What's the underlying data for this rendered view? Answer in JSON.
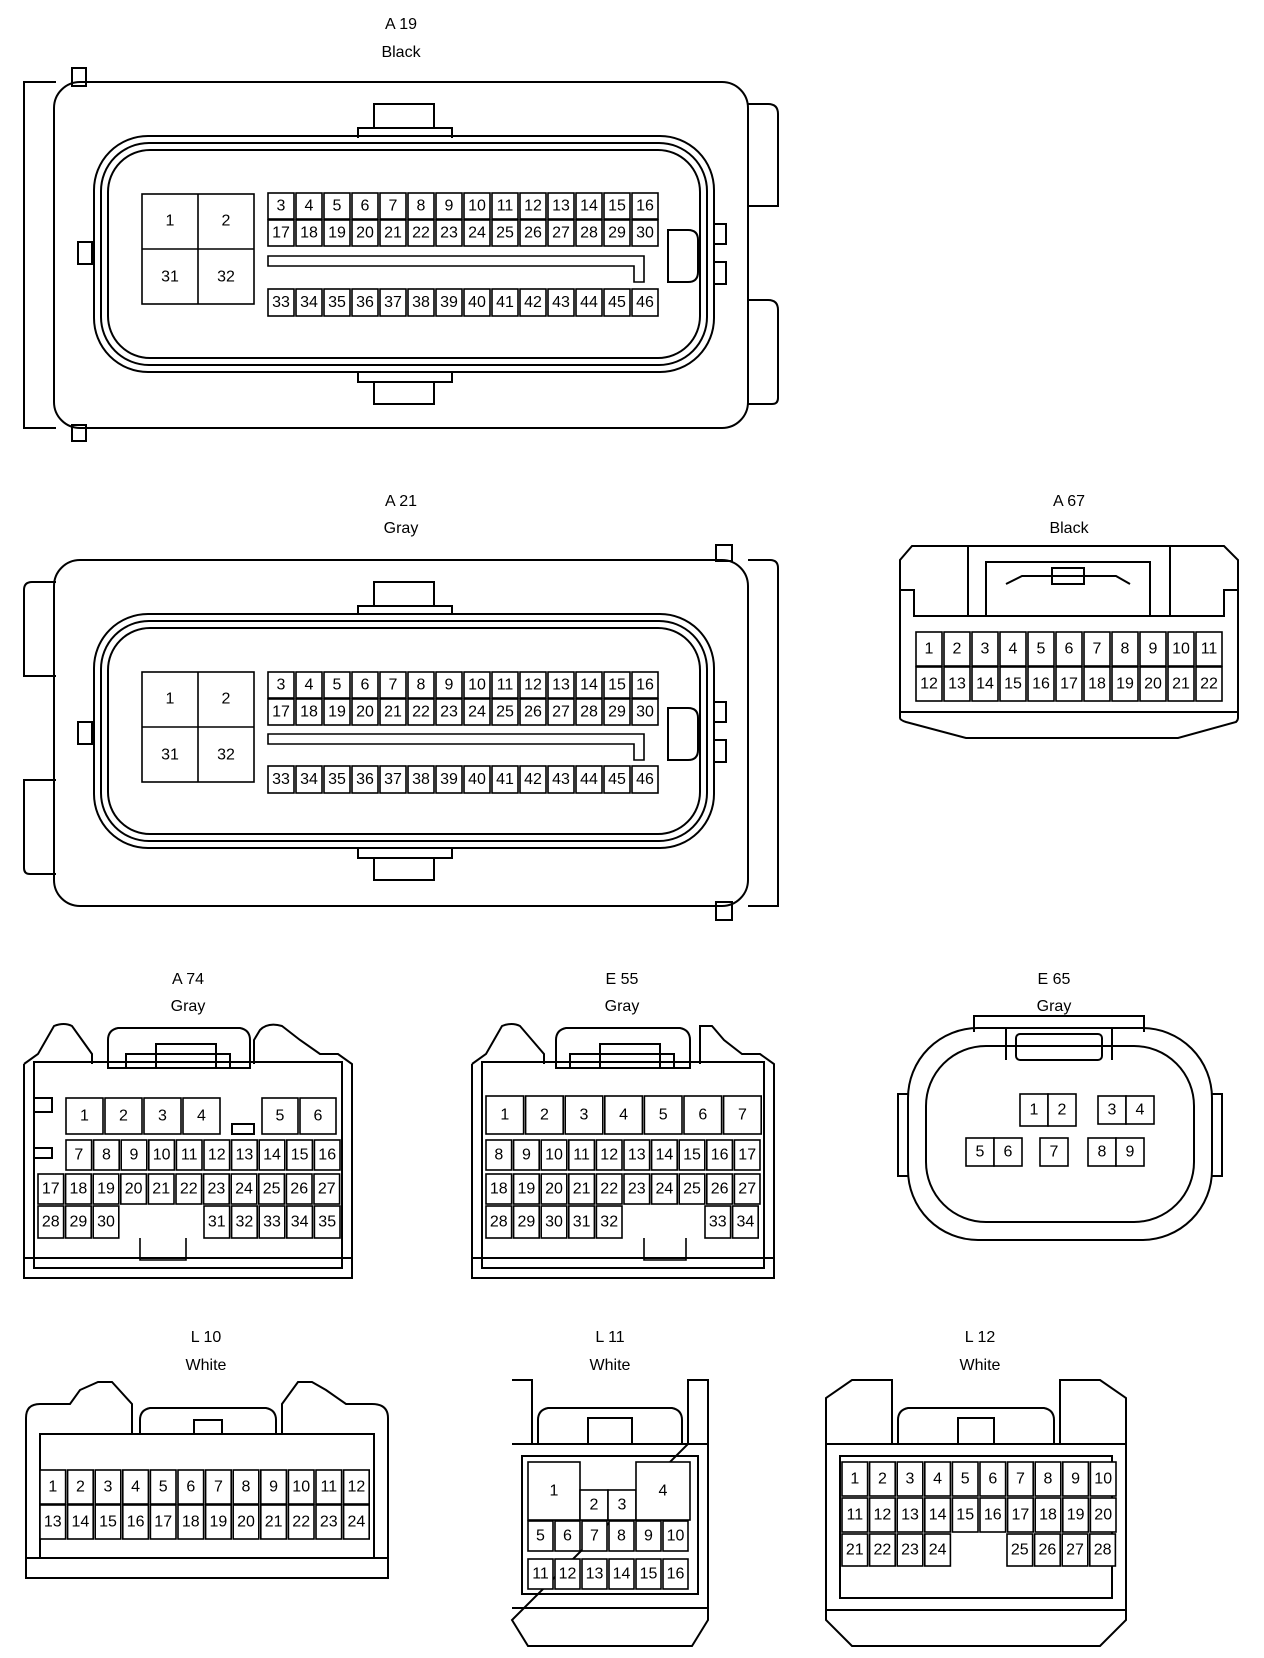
{
  "connectors": {
    "a19": {
      "code": "A 19",
      "color": "Black",
      "big": [
        "1",
        "2",
        "31",
        "32"
      ],
      "row1": [
        "3",
        "4",
        "5",
        "6",
        "7",
        "8",
        "9",
        "10",
        "11",
        "12",
        "13",
        "14",
        "15",
        "16"
      ],
      "row2": [
        "17",
        "18",
        "19",
        "20",
        "21",
        "22",
        "23",
        "24",
        "25",
        "26",
        "27",
        "28",
        "29",
        "30"
      ],
      "row3": [
        "33",
        "34",
        "35",
        "36",
        "37",
        "38",
        "39",
        "40",
        "41",
        "42",
        "43",
        "44",
        "45",
        "46"
      ]
    },
    "a21": {
      "code": "A 21",
      "color": "Gray",
      "big": [
        "1",
        "2",
        "31",
        "32"
      ],
      "row1": [
        "3",
        "4",
        "5",
        "6",
        "7",
        "8",
        "9",
        "10",
        "11",
        "12",
        "13",
        "14",
        "15",
        "16"
      ],
      "row2": [
        "17",
        "18",
        "19",
        "20",
        "21",
        "22",
        "23",
        "24",
        "25",
        "26",
        "27",
        "28",
        "29",
        "30"
      ],
      "row3": [
        "33",
        "34",
        "35",
        "36",
        "37",
        "38",
        "39",
        "40",
        "41",
        "42",
        "43",
        "44",
        "45",
        "46"
      ]
    },
    "a67": {
      "code": "A 67",
      "color": "Black",
      "row1": [
        "1",
        "2",
        "3",
        "4",
        "5",
        "6",
        "7",
        "8",
        "9",
        "10",
        "11"
      ],
      "row2": [
        "12",
        "13",
        "14",
        "15",
        "16",
        "17",
        "18",
        "19",
        "20",
        "21",
        "22"
      ]
    },
    "a74": {
      "code": "A 74",
      "color": "Gray",
      "row1": [
        "1",
        "2",
        "3",
        "4",
        "5",
        "6"
      ],
      "row2": [
        "7",
        "8",
        "9",
        "10",
        "11",
        "12",
        "13",
        "14",
        "15",
        "16"
      ],
      "row3": [
        "17",
        "18",
        "19",
        "20",
        "21",
        "22",
        "23",
        "24",
        "25",
        "26",
        "27"
      ],
      "row4": [
        "28",
        "29",
        "30",
        "31",
        "32",
        "33",
        "34",
        "35"
      ]
    },
    "e55": {
      "code": "E 55",
      "color": "Gray",
      "row1": [
        "1",
        "2",
        "3",
        "4",
        "5",
        "6",
        "7"
      ],
      "row2": [
        "8",
        "9",
        "10",
        "11",
        "12",
        "13",
        "14",
        "15",
        "16",
        "17"
      ],
      "row3": [
        "18",
        "19",
        "20",
        "21",
        "22",
        "23",
        "24",
        "25",
        "26",
        "27"
      ],
      "row4": [
        "28",
        "29",
        "30",
        "31",
        "32",
        "33",
        "34"
      ]
    },
    "e65": {
      "code": "E 65",
      "color": "Gray",
      "pins": [
        "1",
        "2",
        "3",
        "4",
        "5",
        "6",
        "7",
        "8",
        "9"
      ]
    },
    "l10": {
      "code": "L 10",
      "color": "White",
      "row1": [
        "1",
        "2",
        "3",
        "4",
        "5",
        "6",
        "7",
        "8",
        "9",
        "10",
        "11",
        "12"
      ],
      "row2": [
        "13",
        "14",
        "15",
        "16",
        "17",
        "18",
        "19",
        "20",
        "21",
        "22",
        "23",
        "24"
      ]
    },
    "l11": {
      "code": "L 11",
      "color": "White",
      "top": [
        "1",
        "2",
        "3",
        "4"
      ],
      "row2": [
        "5",
        "6",
        "7",
        "8",
        "9",
        "10"
      ],
      "row3": [
        "11",
        "12",
        "13",
        "14",
        "15",
        "16"
      ]
    },
    "l12": {
      "code": "L 12",
      "color": "White",
      "row1": [
        "1",
        "2",
        "3",
        "4",
        "5",
        "6",
        "7",
        "8",
        "9",
        "10"
      ],
      "row2": [
        "11",
        "12",
        "13",
        "14",
        "15",
        "16",
        "17",
        "18",
        "19",
        "20"
      ],
      "row3": [
        "21",
        "22",
        "23",
        "24",
        "25",
        "26",
        "27",
        "28"
      ]
    }
  }
}
